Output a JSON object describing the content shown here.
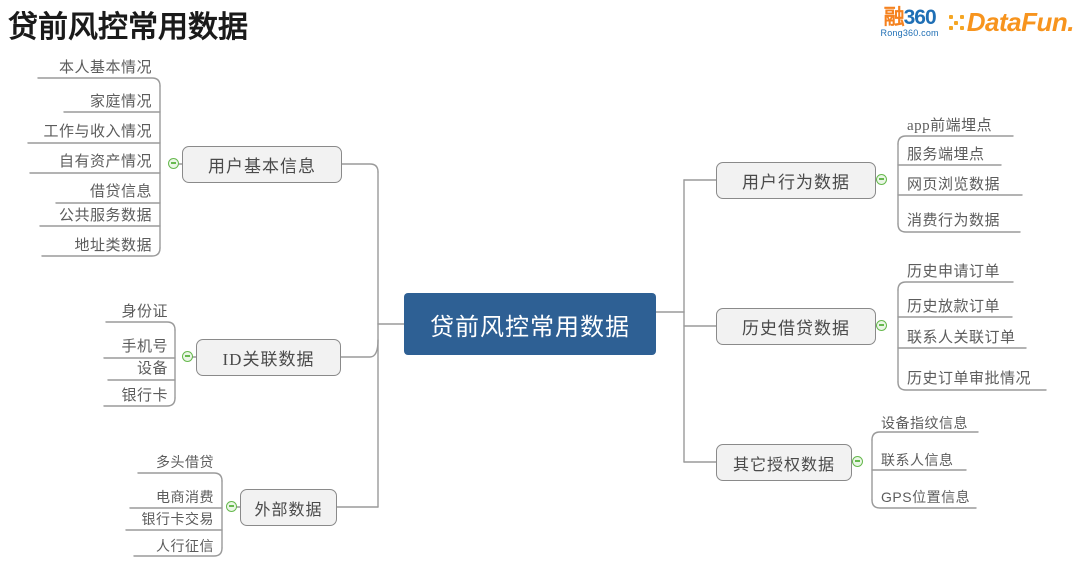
{
  "header": {
    "title": "贷前风控常用数据",
    "logos": [
      {
        "name": "rong360",
        "mark_cn": "融",
        "mark_num": "360",
        "sub": "Rong360.com"
      },
      {
        "name": "datafun",
        "word": "DataFun."
      }
    ]
  },
  "colors": {
    "root_fill": "#2e6094",
    "root_text": "#ffffff",
    "branch_fill": "#f2f2f2",
    "branch_border": "#8a8a8a",
    "branch_text": "#4a4a4a",
    "leaf_text": "#5c5c5c",
    "connector": "#9a9a9a",
    "toggle": "#67b94e",
    "brand_orange": "#f5821f",
    "brand_blue": "#1f6fb5"
  },
  "mindmap": {
    "root": "贷前风控常用数据",
    "branches": [
      {
        "id": "user-basic-info",
        "label": "用户基本信息",
        "side": "left",
        "font": "serif",
        "leaves": [
          "本人基本情况",
          "家庭情况",
          "工作与收入情况",
          "自有资产情况",
          "借贷信息",
          "公共服务数据",
          "地址类数据"
        ]
      },
      {
        "id": "id-related-data",
        "label": "ID关联数据",
        "side": "left",
        "font": "serif",
        "leaves": [
          "身份证",
          "手机号",
          "设备",
          "银行卡"
        ]
      },
      {
        "id": "external-data",
        "label": "外部数据",
        "side": "left",
        "font": "sans",
        "leaves": [
          "多头借贷",
          "电商消费",
          "银行卡交易",
          "人行征信"
        ]
      },
      {
        "id": "user-behavior-data",
        "label": "用户行为数据",
        "side": "right",
        "font": "serif",
        "leaves": [
          "app前端埋点",
          "服务端埋点",
          "网页浏览数据",
          "消费行为数据"
        ]
      },
      {
        "id": "historical-lending-data",
        "label": "历史借贷数据",
        "side": "right",
        "font": "serif",
        "leaves": [
          "历史申请订单",
          "历史放款订单",
          "联系人关联订单",
          "历史订单审批情况"
        ]
      },
      {
        "id": "other-authorized-data",
        "label": "其它授权数据",
        "side": "right",
        "font": "sans",
        "leaves": [
          "设备指纹信息",
          "联系人信息",
          "GPS位置信息"
        ]
      }
    ]
  }
}
